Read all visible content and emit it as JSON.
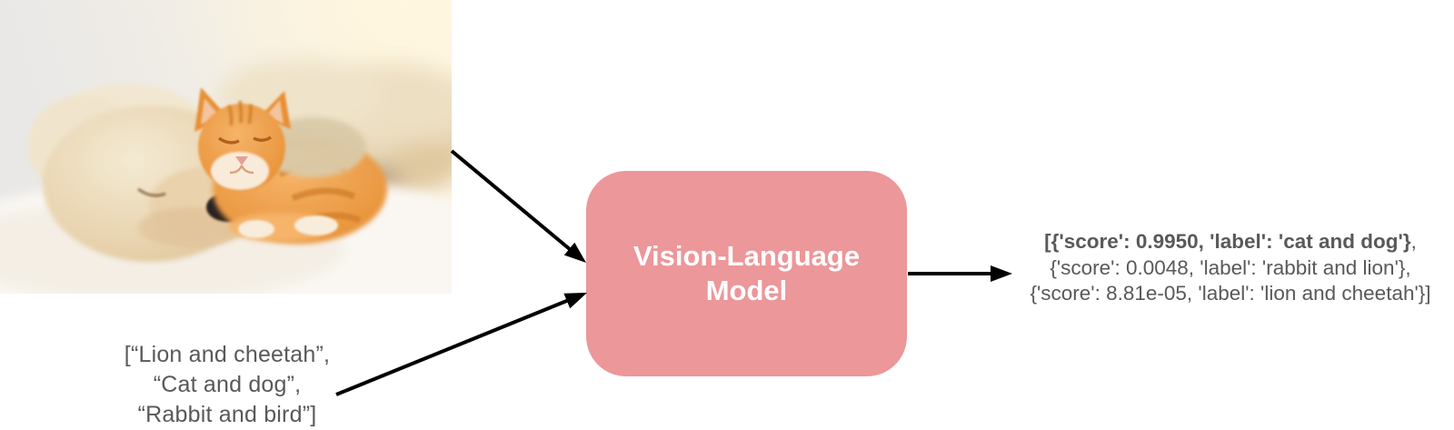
{
  "diagram": {
    "background_color": "#FFFFFF",
    "arrow_color": "#000000",
    "text_color": "#58595B"
  },
  "input_image": {
    "description": "Photo of a sleeping cream puppy with an orange tabby kitten resting against its head on a white blanket"
  },
  "input_prompt": {
    "line1": "[“Lion and cheetah”,",
    "line2": "“Cat and dog”,",
    "line3": "“Rabbit and bird”]"
  },
  "model_box": {
    "label_line1": "Vision-Language",
    "label_line2": "Model",
    "fill_color": "#EC979A",
    "label_color": "#FFFFFF"
  },
  "output_result": {
    "line1_bold": "[{'score': 0.9950, 'label': 'cat and dog'}",
    "line1_tail": ",",
    "line2": "{'score': 0.0048, 'label': 'rabbit and lion'},",
    "line3": "{'score': 8.81e-05, 'label': 'lion and cheetah'}]"
  }
}
